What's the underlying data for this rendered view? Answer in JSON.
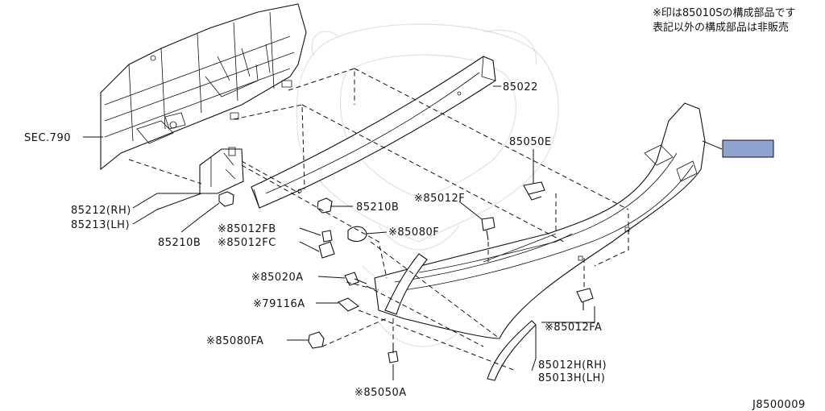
{
  "notes": {
    "line1": "※印は85010Sの構成部品です",
    "line2": "表記以外の構成部品は非販売"
  },
  "callouts": {
    "p85022": "85022",
    "sec790": "SEC.790",
    "p85050E": "85050E",
    "p85212": "85212(RH)",
    "p85213": "85213(LH)",
    "p85210B_a": "85210B",
    "p85210B_b": "85210B",
    "p85012F": "※85012F",
    "p85012FB": "※85012FB",
    "p85080F": "※85080F",
    "p85012FC": "※85012FC",
    "p85020A": "※85020A",
    "p79116A": "※79116A",
    "p85012FA": "※85012FA",
    "p85080FA": "※85080FA",
    "p85012H": "85012H(RH)",
    "p85013H": "85013H(LH)",
    "p85050A": "※85050A"
  },
  "diagram_id": "J8500009",
  "colors": {
    "highlight_box": "#8fa3cf",
    "line": "#111111"
  }
}
